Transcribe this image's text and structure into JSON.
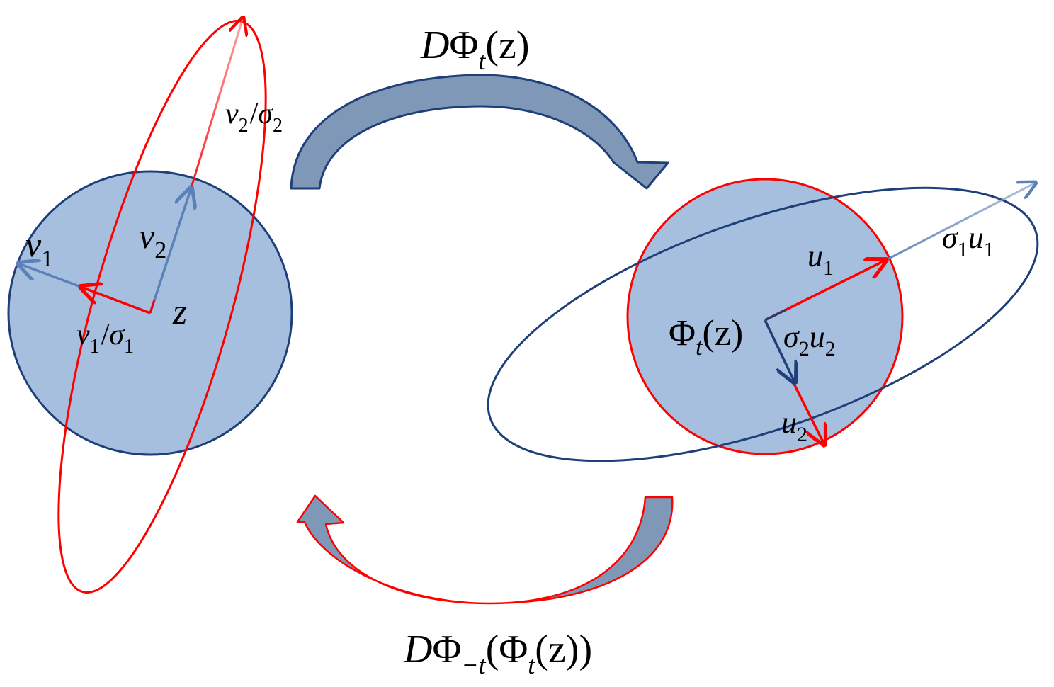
{
  "colors": {
    "disk_fill": "#a7bfdf",
    "blue_stroke": "#1f3f7a",
    "red_stroke": "#ff0000",
    "vector_blue": "#5a82b8",
    "arrow_fill": "#7f98b8"
  },
  "labels": {
    "forward_map": {
      "D": "D",
      "Phi": "Φ",
      "sub": "t",
      "arg": "(z)"
    },
    "backward_map": {
      "D": "D",
      "Phi": "Φ",
      "sub": "−t",
      "open": "(",
      "Phi2": "Φ",
      "sub2": "t",
      "arg": "(z))"
    },
    "left": {
      "v1": {
        "base": "v",
        "sub": "1"
      },
      "v2": {
        "base": "v",
        "sub": "2"
      },
      "z": "z",
      "v1_sigma1": {
        "v": "v",
        "vs": "1",
        "slash": "/",
        "s": "σ",
        "ss": "1"
      },
      "v2_sigma2": {
        "v": "v",
        "vs": "2",
        "slash": "/",
        "s": "σ",
        "ss": "2"
      }
    },
    "right": {
      "phi_t_z": {
        "Phi": "Φ",
        "sub": "t",
        "arg": "(z)"
      },
      "u1": {
        "base": "u",
        "sub": "1"
      },
      "u2": {
        "base": "u",
        "sub": "2"
      },
      "sigma1_u1": {
        "s": "σ",
        "ss": "1",
        "u": "u",
        "us": "1"
      },
      "sigma2_u2": {
        "s": "σ",
        "ss": "2",
        "u": "u",
        "us": "2"
      }
    }
  }
}
